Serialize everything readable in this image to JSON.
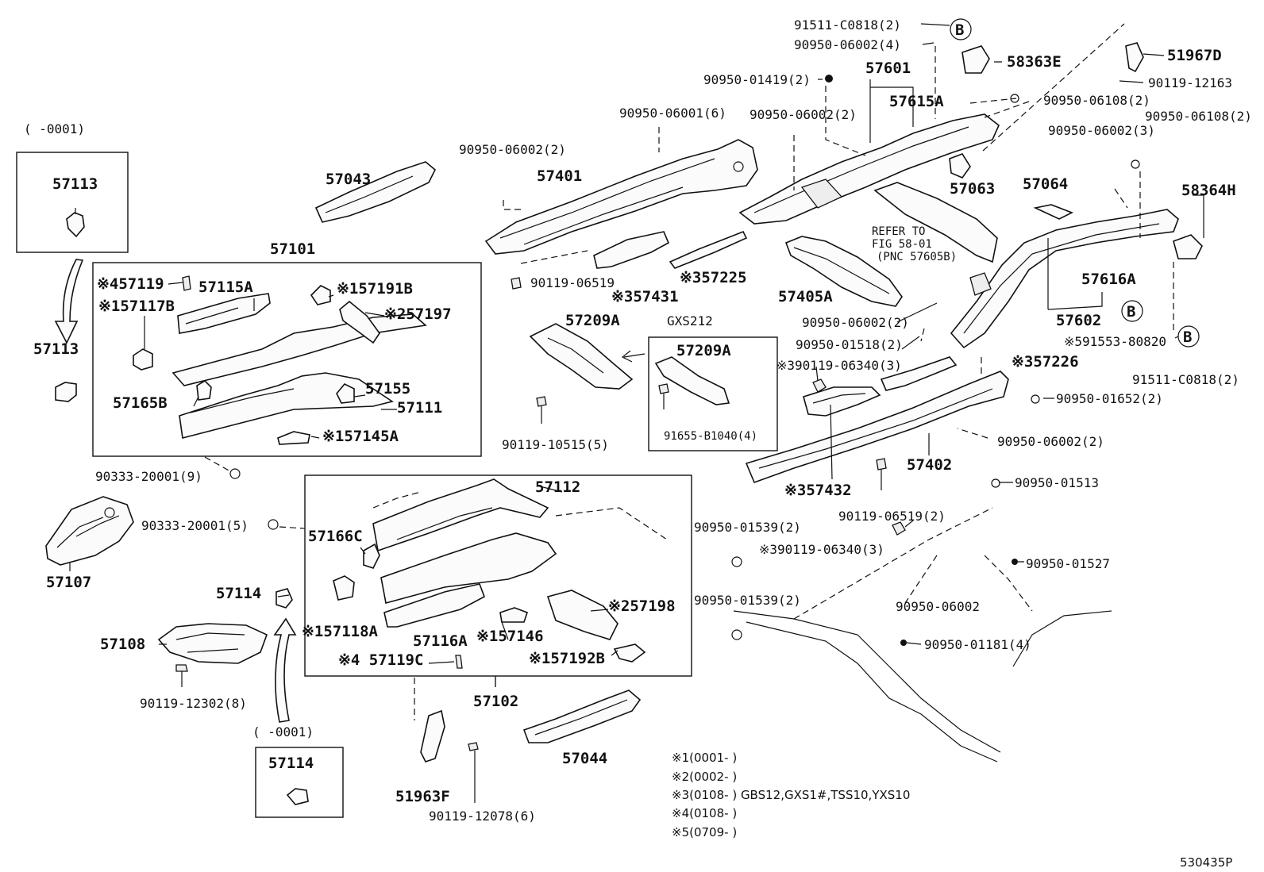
{
  "labels": {
    "l57113_top": "57113",
    "l57113_bot": "57113",
    "l0001_a": "(     -0001)",
    "l0001_b": "(     -0001)",
    "l57114_box": "57114",
    "l57114": "57114",
    "l57101": "57101",
    "l57102": "57102",
    "l57107": "57107",
    "l57108": "57108",
    "l57043": "57043",
    "l57044": "57044",
    "l57401": "57401",
    "l57402": "57402",
    "l57601": "57601",
    "l57602": "57602",
    "l57615A": "57615A",
    "l57616A": "57616A",
    "l57063": "57063",
    "l57064": "57064",
    "l58363E": "58363E",
    "l58364H": "58364H",
    "l51967D": "51967D",
    "l57405A": "57405A",
    "l57431": "※357431",
    "l57225": "※357225",
    "l57226": "※357226",
    "l57432": "※357432",
    "l57209A": "57209A",
    "l57209A_b": "57209A",
    "lGXS212": "GXS212",
    "l91655": "91655-B1040(4)",
    "l90119_10515": "90119-10515(5)",
    "l90119_06519a": "90119-06519",
    "l90119_06519b": "90119-06519(2)",
    "l90950_06002_2a": "90950-06002(2)",
    "l90950_06001": "90950-06001(6)",
    "l90950_06002_2b": "90950-06002(2)",
    "l90950_01419": "90950-01419(2)",
    "l91511_C0818a": "91511-C0818(2)",
    "l90950_06002_4": "90950-06002(4)",
    "l90950_06108a": "90950-06108(2)",
    "l90950_06108b": "90950-06108(2)",
    "l90950_06002_3": "90950-06002(3)",
    "l90119_12163": "90119-12163",
    "l90950_06002_2c": "90950-06002(2)",
    "l90950_01518": "90950-01518(2)",
    "l90119_06340a": "※390119-06340(3)",
    "l91553": "※591553-80820",
    "l91511_C0818b": "91511-C0818(2)",
    "l90950_01652": "90950-01652(2)",
    "l90950_06002_2d": "90950-06002(2)",
    "l90950_01513": "90950-01513",
    "l90950_01539a": "90950-01539(2)",
    "l90950_01539b": "90950-01539(2)",
    "l90119_06340b": "※390119-06340(3)",
    "l90950_01527": "90950-01527",
    "l90950_06002": "90950-06002",
    "l90950_01181": "90950-01181(4)",
    "l90333_a": "90333-20001(9)",
    "l90333_b": "90333-20001(5)",
    "l90119_12302": "90119-12302(8)",
    "l90119_12078": "90119-12078(6)",
    "l51963F": "51963F",
    "l57119": "※457119",
    "l57115A": "57115A",
    "l57117B": "※157117B",
    "l57191B": "※157191B",
    "l57197": "※257197",
    "l57165B": "57165B",
    "l57155": "57155",
    "l57111": "57111",
    "l57145A": "※157145A",
    "l57112": "57112",
    "l57166C": "57166C",
    "l57118A": "※157118A",
    "l57116A": "57116A",
    "l57146": "※157146",
    "l57198": "※257198",
    "l57192B": "※157192B",
    "l57119C": "※4 57119C",
    "refer1": "REFER TO",
    "refer2": "FIG 58-01",
    "refer3": "(PNC 57605B)",
    "circleB": "B",
    "notes": [
      "※1(0001-        )",
      "※2(0002-        )",
      "※3(0108-        ) GBS12,GXS1#,TSS10,YXS10",
      "※4(0108-        )",
      "※5(0709-        )"
    ],
    "figure_code": "530435P"
  }
}
